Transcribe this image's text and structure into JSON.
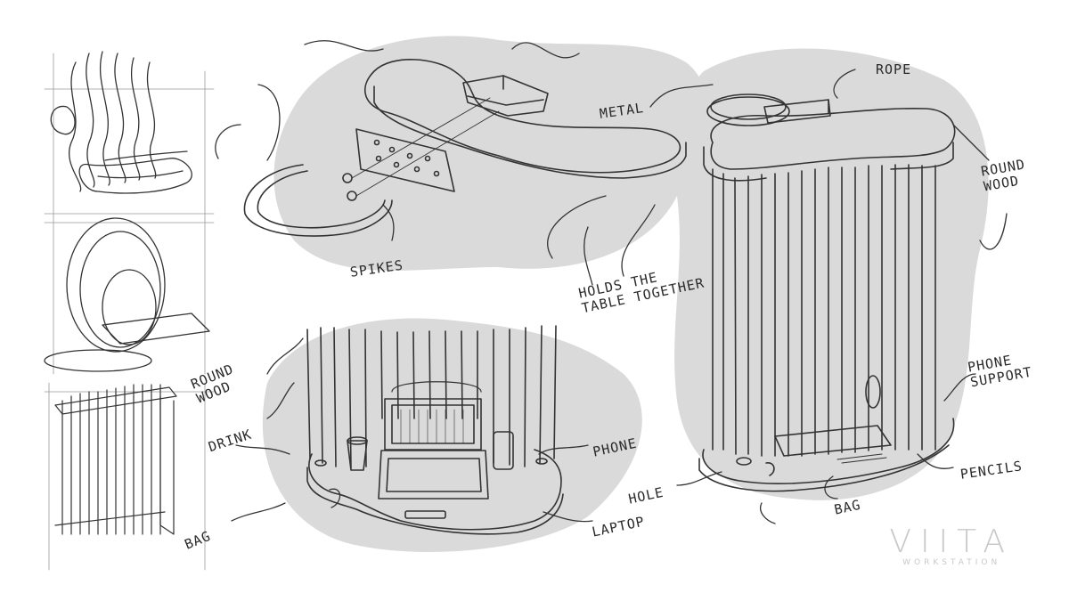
{
  "labels": {
    "rope": "ROPE",
    "metal": "METAL",
    "round_wood_right": "ROUND\nWOOD",
    "spikes": "SPIKES",
    "holds": "HOLDS THE\nTABLE TOGETHER",
    "phone_support": "PHONE\nSUPPORT",
    "round_wood_left": "ROUND\nWOOD",
    "drink": "DRINK",
    "phone": "PHONE",
    "hole": "HOLE",
    "pencils": "PENCILS",
    "bag_left": "BAG",
    "bag_right": "BAG",
    "laptop": "LAPTOP"
  },
  "brand": {
    "name": "VIITA",
    "sub": "WORKSTATION"
  },
  "colors": {
    "blob": "#d9d9d9",
    "ink": "#333333",
    "brand": "#c9c9c9"
  }
}
